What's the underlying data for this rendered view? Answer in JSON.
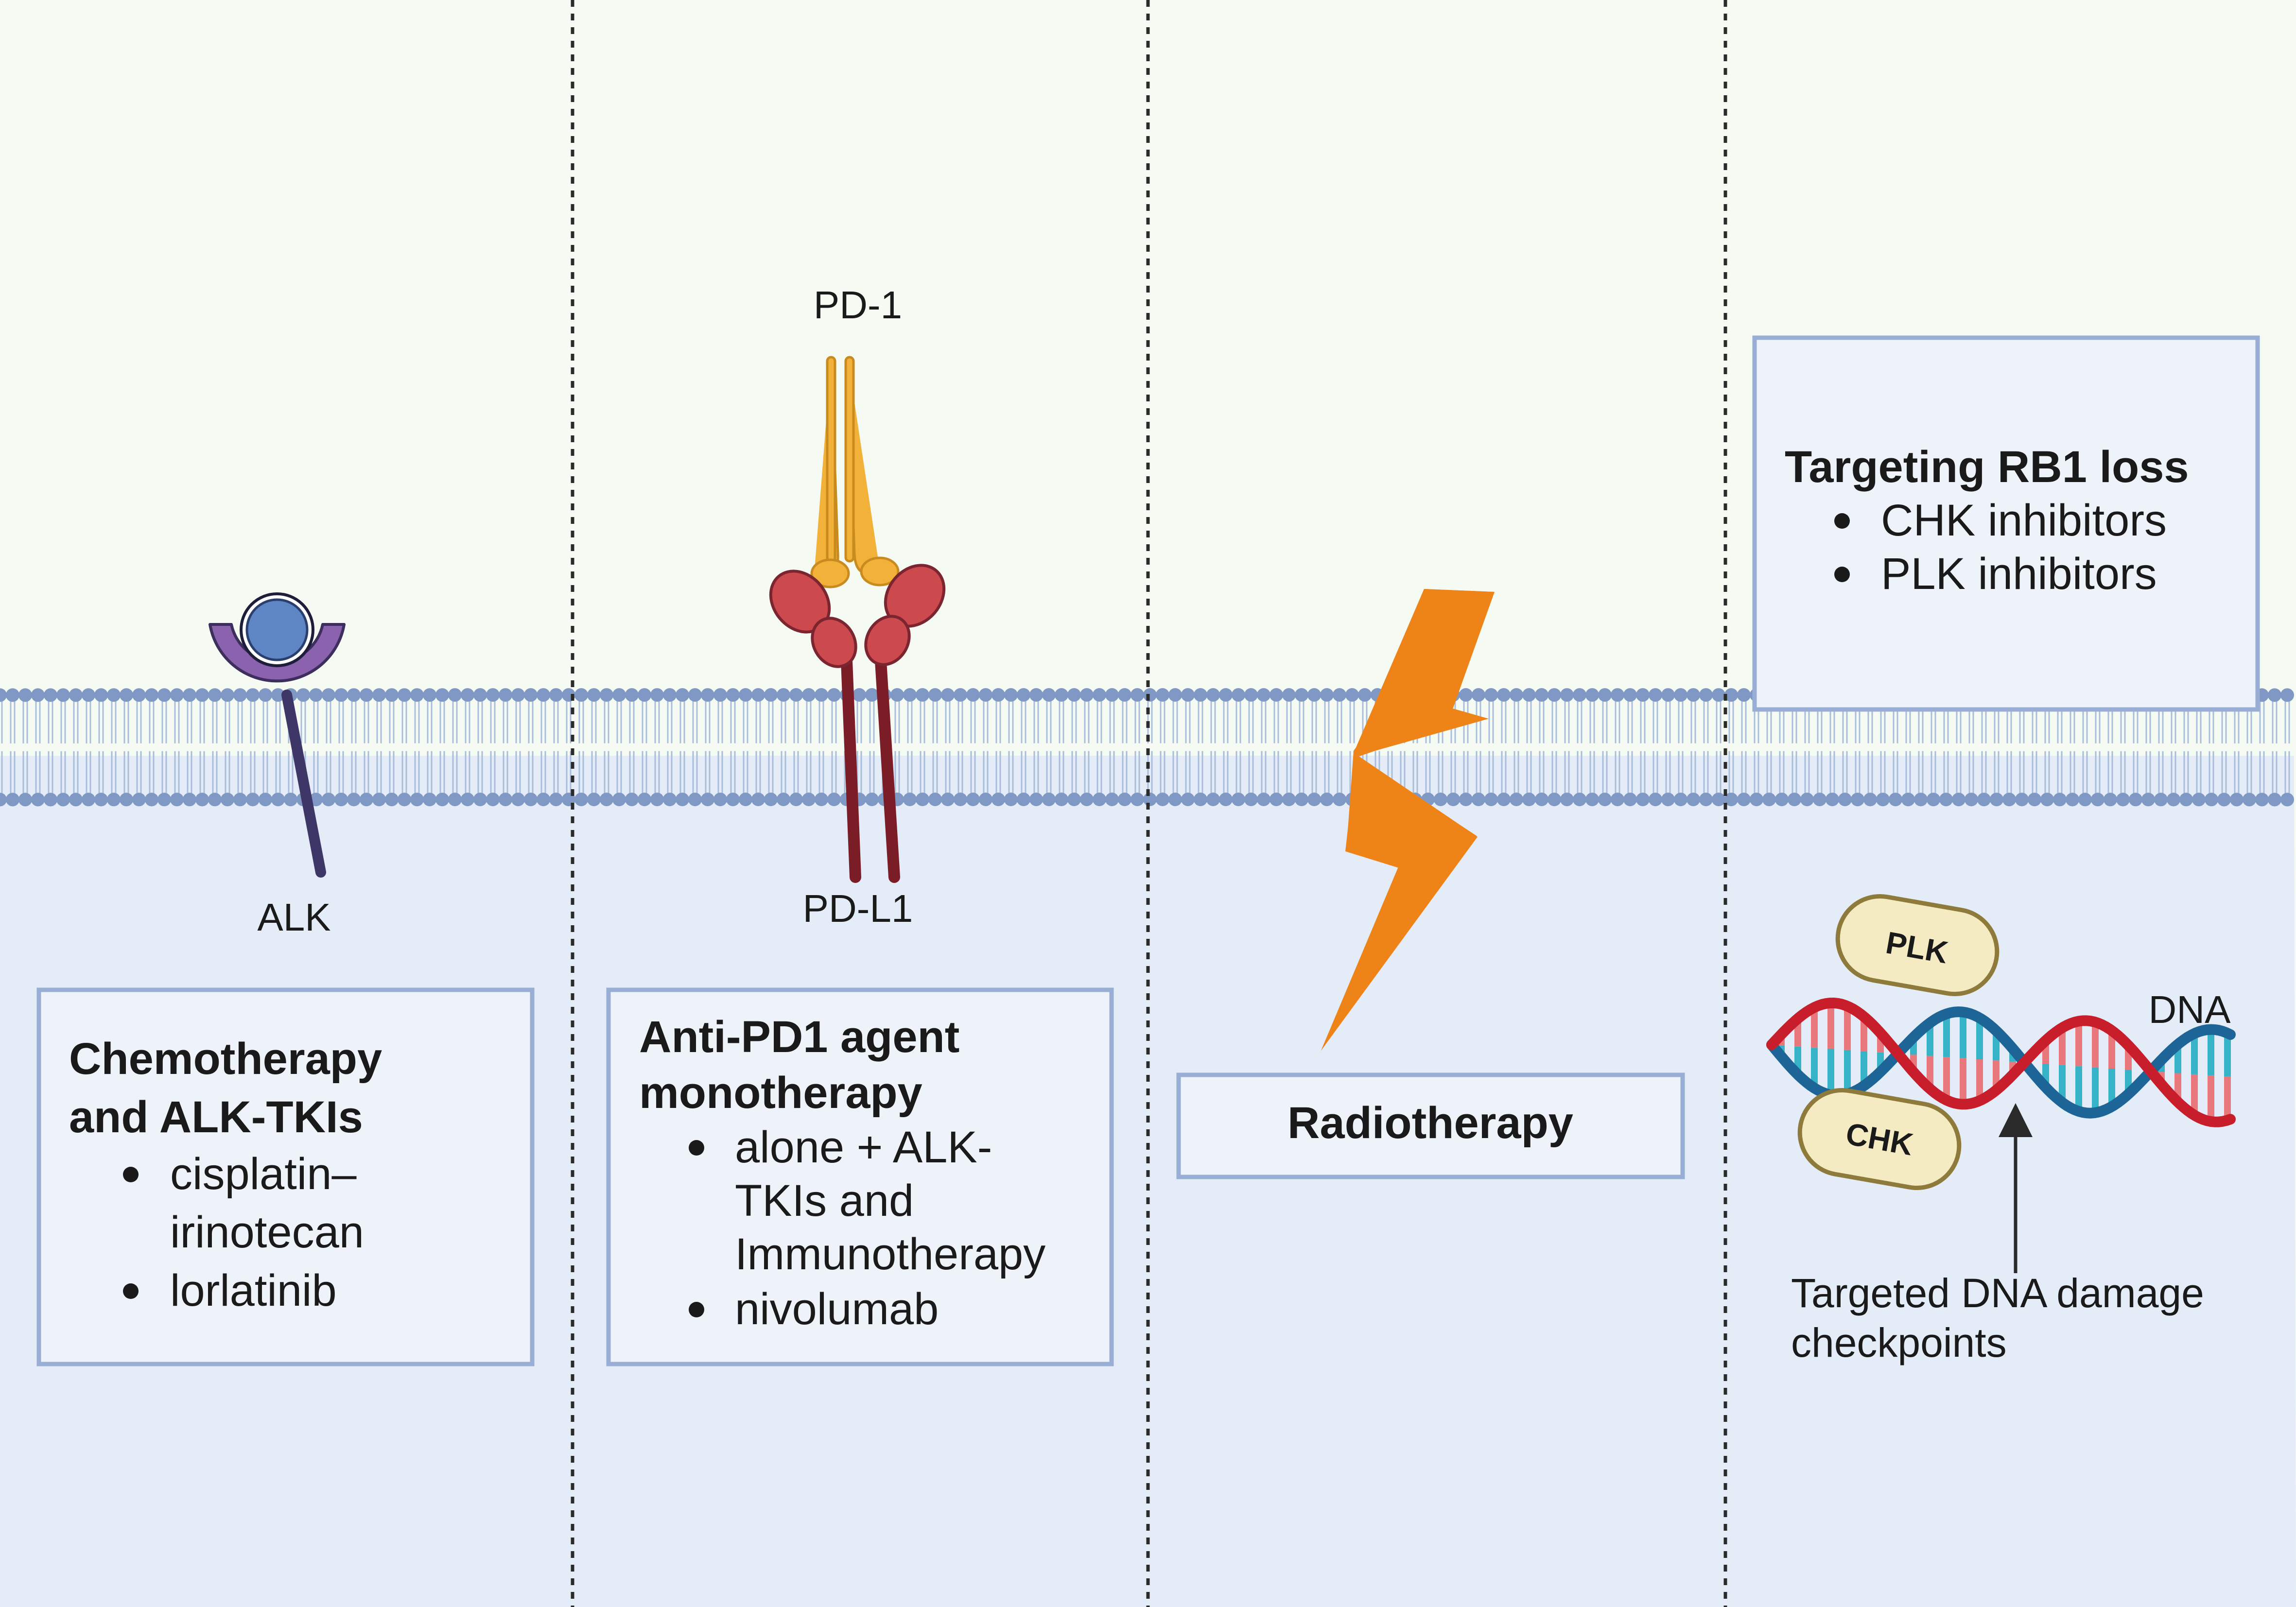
{
  "colors": {
    "outside_background": "#F5FBF3",
    "inside_background": "#E3ECF7",
    "membrane_head": "#8099C4",
    "membrane_tail": "#A9BEDB",
    "box_border": "#98AED4",
    "box_fill": "#EEF3FA",
    "alk_receptor": "#8B62AE",
    "alk_ligand": "#5E86C4",
    "alk_stem": "#3E3666",
    "pd1": "#F2B23A",
    "pdl1_head": "#CC4A4E",
    "pdl1_stem": "#7A1D27",
    "bolt": "#EE8318",
    "dna_red": "#C81D2A",
    "dna_blue": "#1E6597",
    "pill_fill": "#F4EBC2",
    "pill_border": "#8E7A3A",
    "text": "#1A1A1A"
  },
  "icons": {
    "alk": "alk-receptor-icon",
    "pd1": "pd1-receptor-icon",
    "pdl1": "pdl1-ligand-icon",
    "radiation": "lightning-bolt-icon",
    "dna": "dna-helix-icon"
  },
  "labels": {
    "alk": "ALK",
    "pd1": "PD-1",
    "pdl1": "PD-L1",
    "dna": "DNA",
    "plk_pill": "PLK",
    "chk_pill": "CHK",
    "checkpoint_line1": "Targeted DNA damage",
    "checkpoint_line2": "checkpoints"
  },
  "boxes": {
    "chemo": {
      "title_line1": "Chemotherapy",
      "title_line2": "and ALK-TKIs",
      "items": [
        {
          "line1": "cisplatin–",
          "line2": "irinotecan"
        },
        {
          "line1": "lorlatinib"
        }
      ]
    },
    "anti_pd1": {
      "title_line1": "Anti-PD1 agent",
      "title_line2": "monotherapy",
      "items": [
        {
          "line1": "alone + ALK-",
          "line2": "TKIs and",
          "line3": "Immunotherapy"
        },
        {
          "line1": "nivolumab"
        }
      ]
    },
    "radio": {
      "title": "Radiotherapy"
    },
    "rb1": {
      "title": "Targeting RB1 loss",
      "items": [
        "CHK inhibitors",
        "PLK inhibitors"
      ]
    }
  }
}
